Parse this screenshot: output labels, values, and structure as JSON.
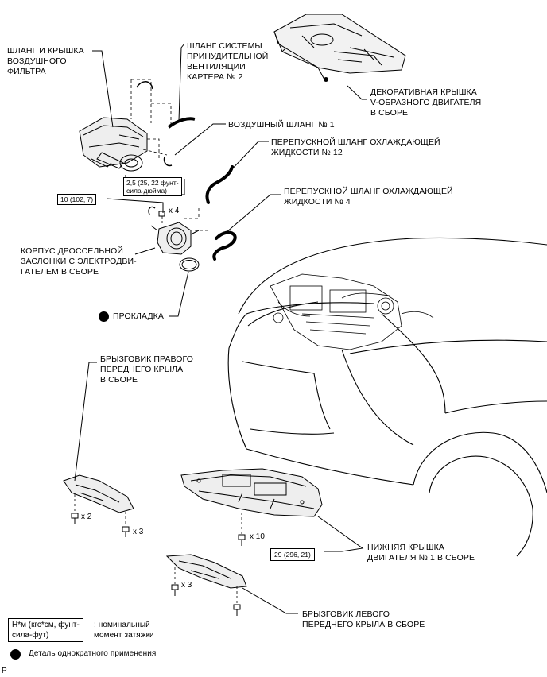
{
  "labels": {
    "air_cleaner_hose": "ШЛАНГ И КРЫШКА\nВОЗДУШНОГО\nФИЛЬТРА",
    "vent_hose": "ШЛАНГ СИСТЕМЫ\nПРИНУДИТЕЛЬНОЙ\nВЕНТИЛЯЦИИ\nКАРТЕРА № 2",
    "engine_cover": "ДЕКОРАТИВНАЯ КРЫШКА\nV-ОБРАЗНОГО ДВИГАТЕЛЯ\nВ СБОРЕ",
    "air_hose": "ВОЗДУШНЫЙ ШЛАНГ № 1",
    "bypass_hose_12": "ПЕРЕПУСКНОЙ ШЛАНГ ОХЛАЖДАЮЩЕЙ\nЖИДКОСТИ № 12",
    "bypass_hose_4": "ПЕРЕПУСКНОЙ ШЛАНГ ОХЛАЖДАЮЩЕЙ\nЖИДКОСТИ № 4",
    "throttle_body": "КОРПУС ДРОССЕЛЬНОЙ\nЗАСЛОНКИ С ЭЛЕКТРОДВИ-\nГАТЕЛЕМ В СБОРЕ",
    "gasket": "ПРОКЛАДКА",
    "rh_splash_shield": "БРЫЗГОВИК ПРАВОГО\nПЕРЕДНЕГО КРЫЛА\nВ СБОРЕ",
    "engine_under_cover": "НИЖНЯЯ КРЫШКА\nДВИГАТЕЛЯ № 1 В СБОРЕ",
    "lh_splash_shield": "БРЫЗГОВИК ЛЕВОГО\nПЕРЕДНЕГО КРЫЛА В СБОРЕ"
  },
  "torques": {
    "hose_clamp": "2,5 (25, 22 фунт-\nсила-дюйма)",
    "throttle_bolt": "10 (102, 7)",
    "under_cover_bolt": "29 (296, 21)"
  },
  "multipliers": {
    "throttle_x4": "x 4",
    "rh_x2": "x 2",
    "rh_x3": "x 3",
    "under_x10": "x 10",
    "lh_x3": "x 3"
  },
  "legend": {
    "torque_unit": "Н*м (кгс*см, фунт-\nсила-фут)",
    "torque_desc": ": номинальный\nмомент затяжки",
    "non_reusable": "Деталь однократного применения"
  },
  "corner_mark": "P",
  "colors": {
    "ink": "#000000",
    "paper": "#ffffff",
    "shade": "#d9d9d9"
  }
}
